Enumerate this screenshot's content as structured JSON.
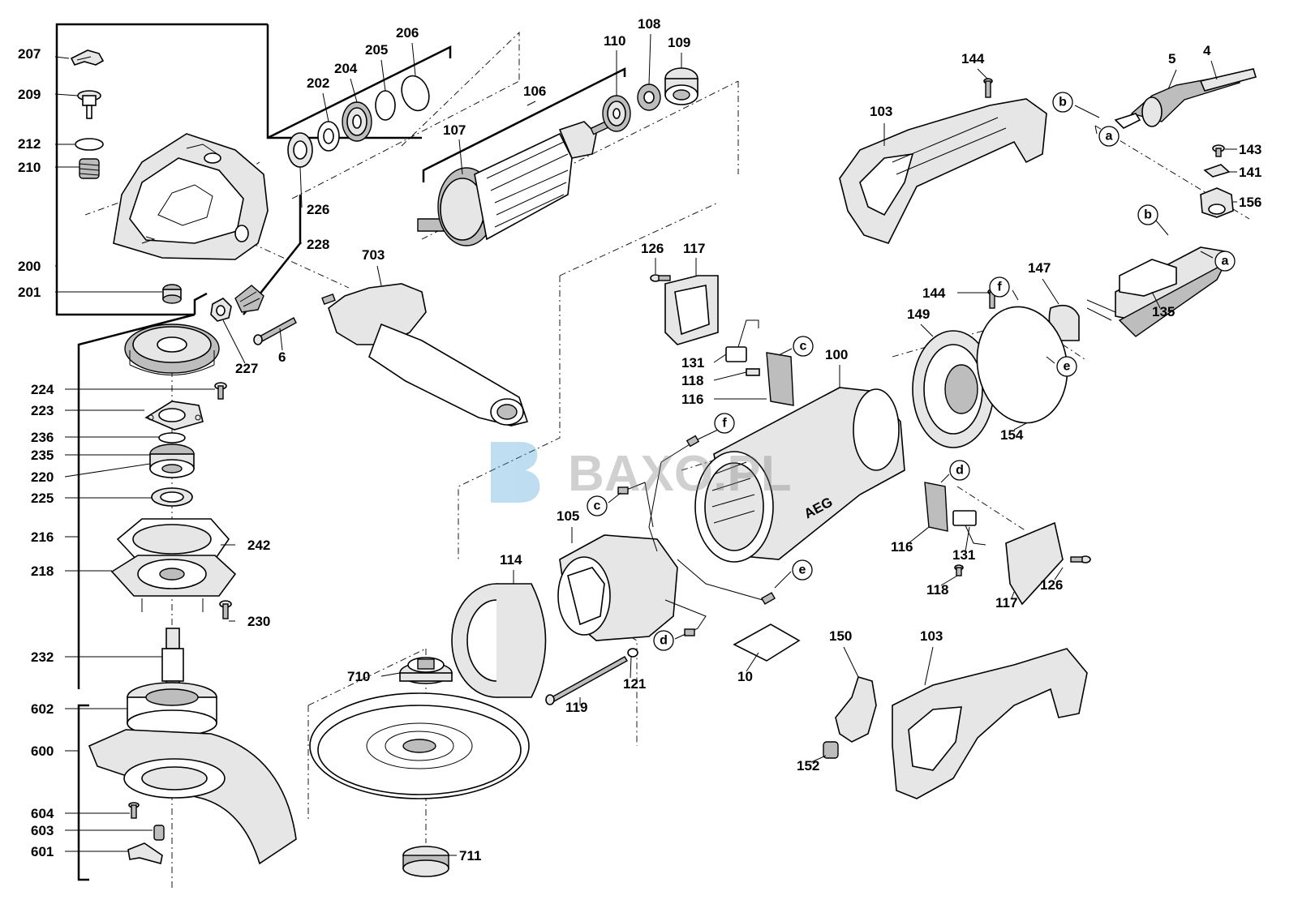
{
  "diagram": {
    "watermark": "BAXO.PL",
    "brand_mark": "AEG",
    "part_labels": {
      "p207": "207",
      "p209": "209",
      "p212": "212",
      "p210": "210",
      "p200": "200",
      "p201": "201",
      "p224": "224",
      "p223": "223",
      "p236": "236",
      "p235": "235",
      "p220": "220",
      "p225": "225",
      "p216": "216",
      "p218": "218",
      "p242": "242",
      "p230": "230",
      "p232": "232",
      "p602": "602",
      "p600": "600",
      "p604": "604",
      "p603": "603",
      "p601": "601",
      "p202": "202",
      "p204": "204",
      "p205": "205",
      "p206": "206",
      "p226": "226",
      "p228": "228",
      "p227": "227",
      "p6": "6",
      "p703": "703",
      "p106": "106",
      "p107": "107",
      "p110": "110",
      "p108": "108",
      "p109": "109",
      "p126a": "126",
      "p117a": "117",
      "p131a": "131",
      "p118a": "118",
      "p116a": "116",
      "p100": "100",
      "p105": "105",
      "p114": "114",
      "p710": "710",
      "p711": "711",
      "p119": "119",
      "p121": "121",
      "p10": "10",
      "p116b": "116",
      "p131b": "131",
      "p118b": "118",
      "p117b": "117",
      "p126b": "126",
      "p150": "150",
      "p103b": "103",
      "p152": "152",
      "p103a": "103",
      "p144a": "144",
      "p5": "5",
      "p4": "4",
      "p143": "143",
      "p141": "141",
      "p156": "156",
      "p135": "135",
      "p144b": "144",
      "p147": "147",
      "p149": "149",
      "p154": "154"
    },
    "connector_letters": {
      "b1": "b",
      "a1": "a",
      "b2": "b",
      "a2": "a",
      "f1": "f",
      "e1": "e",
      "c1": "c",
      "d1": "d",
      "f2": "f",
      "c2": "c",
      "e2": "e",
      "d2": "d"
    }
  }
}
